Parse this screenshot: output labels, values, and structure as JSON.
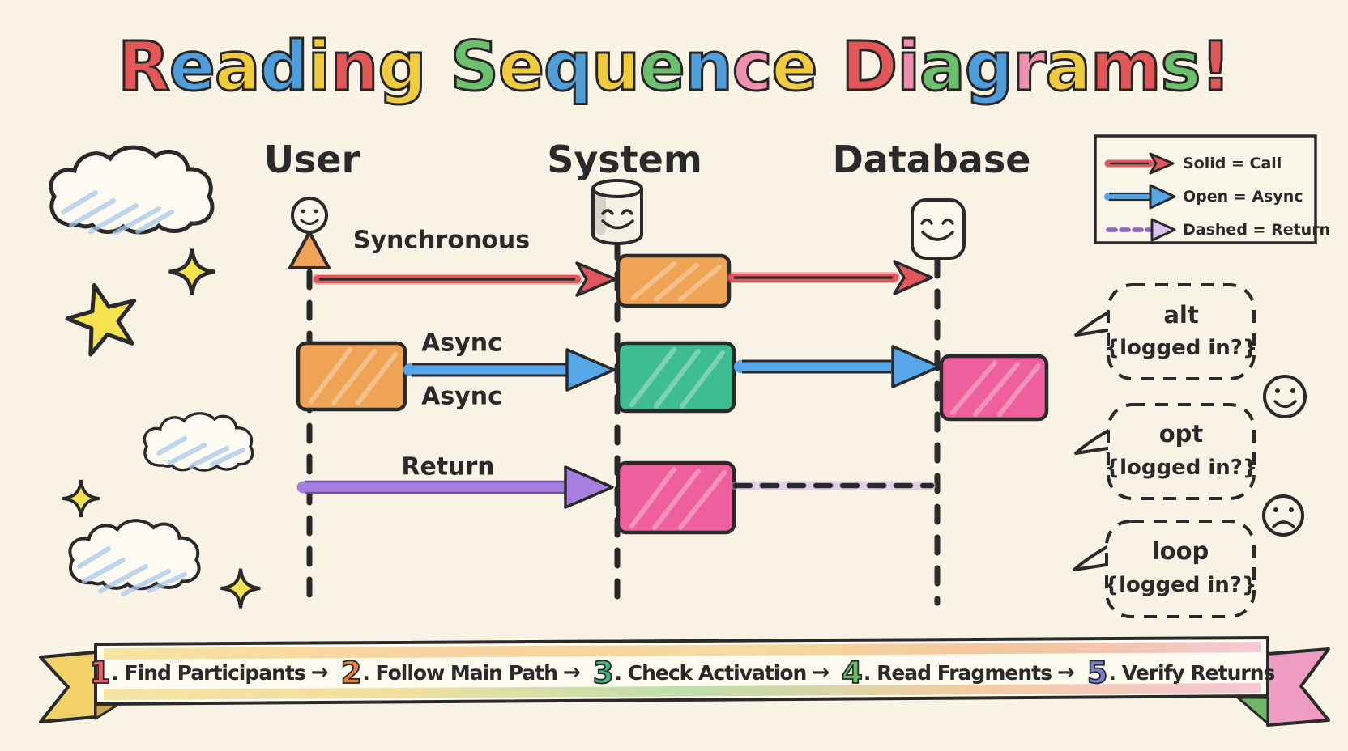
{
  "title": {
    "text": "Reading Sequence Diagrams!",
    "letter_colors": [
      "#e25757",
      "#4f9ddb",
      "#f0cb3e",
      "#4f9ddb",
      "#f0cb3e",
      "#e25757",
      "#f0cb3e",
      "#6cbf6c",
      "#f0cb3e",
      "#4f9ddb",
      "#f0cb3e",
      "#6cbf6c",
      "#4f9ddb",
      "#ef8fb0",
      "#f0cb3e",
      "#e25757",
      "#ef8fb0",
      "#6cbf6c",
      "#4f9ddb",
      "#ef8fb0",
      "#f0cb3e",
      "#e25757",
      "#6cbf6c",
      "#e25757"
    ]
  },
  "participants": [
    {
      "name": "User",
      "icon": "person-icon"
    },
    {
      "name": "System",
      "icon": "cylinder-icon"
    },
    {
      "name": "Database",
      "icon": "database-face-icon"
    }
  ],
  "legend": {
    "items": [
      {
        "label": "Solid = Call",
        "arrow": "solid-red-arrow"
      },
      {
        "label": "Open = Async",
        "arrow": "open-blue-arrow"
      },
      {
        "label": "Dashed = Return",
        "arrow": "dashed-purple-arrow"
      }
    ]
  },
  "messages": {
    "synchronous_label": "Synchronous",
    "async_label_above": "Async",
    "async_label_below": "Async",
    "return_label": "Return"
  },
  "fragments": [
    {
      "keyword": "alt",
      "guard": "{logged in?}"
    },
    {
      "keyword": "opt",
      "guard": "{logged in?}"
    },
    {
      "keyword": "loop",
      "guard": "{logged in?}"
    }
  ],
  "faces": [
    {
      "type": "happy"
    },
    {
      "type": "sad"
    }
  ],
  "steps": {
    "separator": "→",
    "items": [
      {
        "number": "1",
        "label": ". Find Participants",
        "color": "#e0666c"
      },
      {
        "number": "2",
        "label": ". Follow Main Path",
        "color": "#e8813c"
      },
      {
        "number": "3",
        "label": ". Check Activation",
        "color": "#3fb58a"
      },
      {
        "number": "4",
        "label": ". Read Fragments",
        "color": "#67bd68"
      },
      {
        "number": "5",
        "label": ". Verify Returns",
        "color": "#7b7ed6"
      }
    ]
  },
  "colors": {
    "background": "#f8f3e4",
    "ink": "#2a2a2a",
    "call_arrow": "#e2575e",
    "async_arrow": "#57a7e8",
    "return_arrow": "#a77fe0",
    "activation_orange": "#efa355",
    "activation_green": "#3fbd92",
    "activation_pink": "#ee5f9d",
    "star_yellow": "#f6e14f",
    "cloud_shade": "#a9c9ec"
  }
}
